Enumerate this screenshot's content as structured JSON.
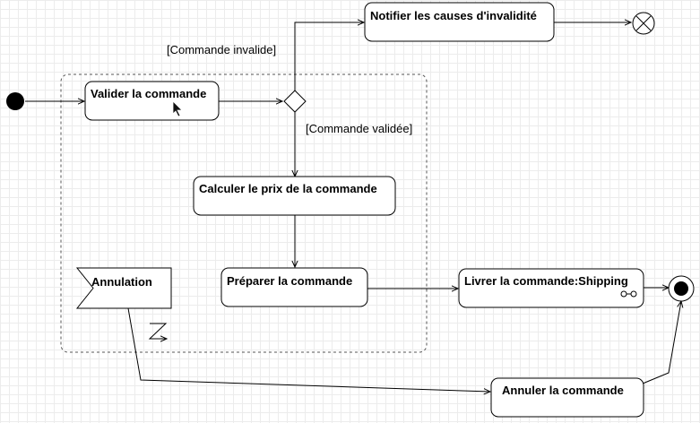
{
  "diagram": {
    "actions": {
      "valider": "Valider la commande",
      "notifier": "Notifier les causes d'invalidité",
      "calculer": "Calculer le prix de la commande",
      "preparer": "Préparer la commande",
      "livrer": "Livrer la commande:Shipping",
      "annuler": "Annuler la commande"
    },
    "signals": {
      "annulation": "Annulation"
    },
    "guards": {
      "invalide": "[Commande invalide]",
      "validee": "[Commande validée]"
    },
    "colors": {
      "stroke": "#000000",
      "fill": "#ffffff",
      "grid": "#ececec"
    }
  }
}
